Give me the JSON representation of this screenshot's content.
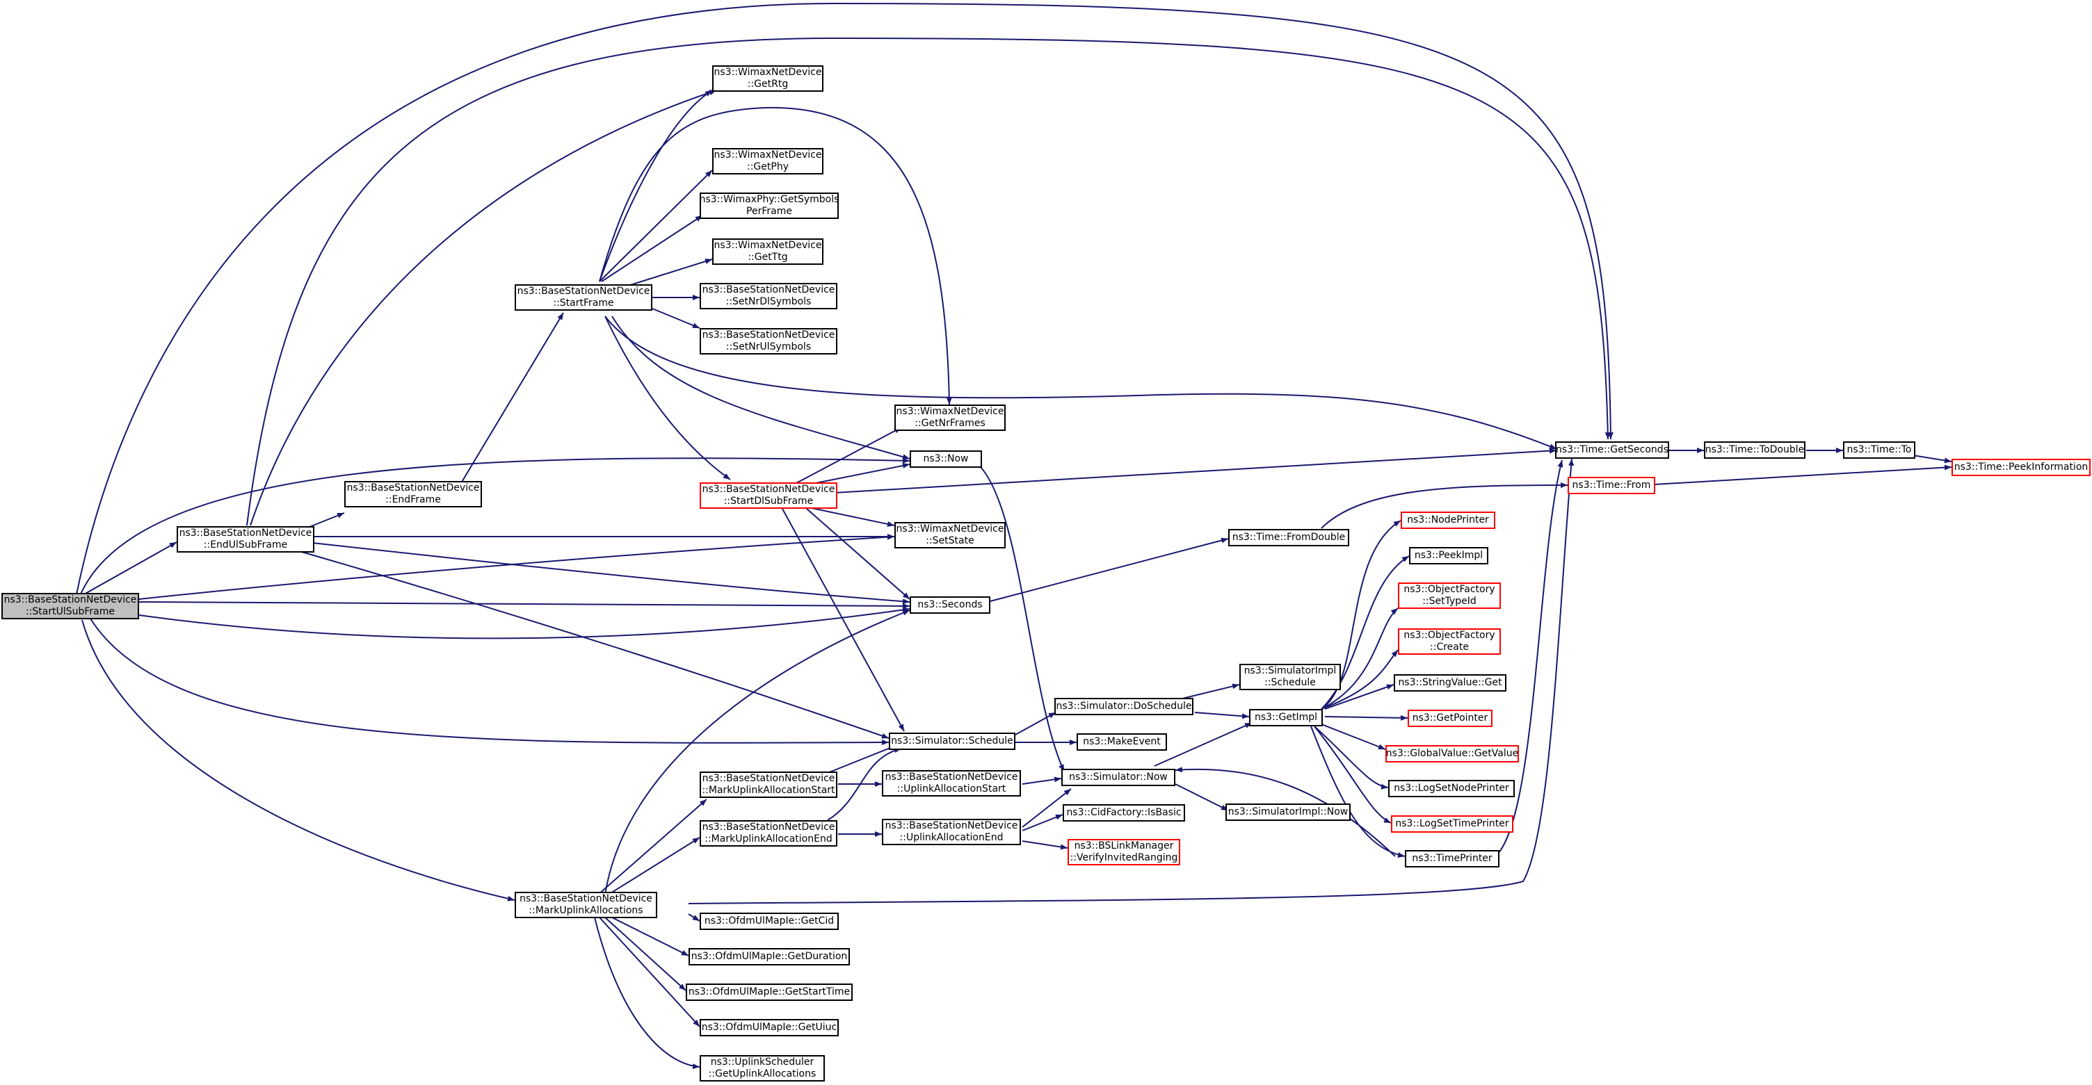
{
  "nodes": {
    "StartUlSubFrame": {
      "l1": "ns3::BaseStationNetDevice",
      "l2": "::StartUlSubFrame"
    },
    "EndUlSubFrame": {
      "l1": "ns3::BaseStationNetDevice",
      "l2": "::EndUlSubFrame"
    },
    "EndFrame": {
      "l1": "ns3::BaseStationNetDevice",
      "l2": "::EndFrame"
    },
    "StartFrame": {
      "l1": "ns3::BaseStationNetDevice",
      "l2": "::StartFrame"
    },
    "MarkUplinkAllocations": {
      "l1": "ns3::BaseStationNetDevice",
      "l2": "::MarkUplinkAllocations"
    },
    "GetRtg": {
      "l1": "ns3::WimaxNetDevice",
      "l2": "::GetRtg"
    },
    "GetPhy": {
      "l1": "ns3::WimaxNetDevice",
      "l2": "::GetPhy"
    },
    "GetSymbolsPerFrame": {
      "l1": "ns3::WimaxPhy::GetSymbols",
      "l2": "PerFrame"
    },
    "GetTtg": {
      "l1": "ns3::WimaxNetDevice",
      "l2": "::GetTtg"
    },
    "SetNrDlSymbols": {
      "l1": "ns3::BaseStationNetDevice",
      "l2": "::SetNrDlSymbols"
    },
    "SetNrUlSymbols": {
      "l1": "ns3::BaseStationNetDevice",
      "l2": "::SetNrUlSymbols"
    },
    "GetNrFrames": {
      "l1": "ns3::WimaxNetDevice",
      "l2": "::GetNrFrames"
    },
    "Now": {
      "l1": "ns3::Now"
    },
    "StartDlSubFrame": {
      "l1": "ns3::BaseStationNetDevice",
      "l2": "::StartDlSubFrame"
    },
    "SetState": {
      "l1": "ns3::WimaxNetDevice",
      "l2": "::SetState"
    },
    "Seconds": {
      "l1": "ns3::Seconds"
    },
    "SimSchedule": {
      "l1": "ns3::Simulator::Schedule"
    },
    "MarkUplinkAllocationStart": {
      "l1": "ns3::BaseStationNetDevice",
      "l2": "::MarkUplinkAllocationStart"
    },
    "MarkUplinkAllocationEnd": {
      "l1": "ns3::BaseStationNetDevice",
      "l2": "::MarkUplinkAllocationEnd"
    },
    "GetCid": {
      "l1": "ns3::OfdmUlMapIe::GetCid"
    },
    "GetDuration": {
      "l1": "ns3::OfdmUlMapIe::GetDuration"
    },
    "GetStartTime": {
      "l1": "ns3::OfdmUlMapIe::GetStartTime"
    },
    "GetUiuc": {
      "l1": "ns3::OfdmUlMapIe::GetUiuc"
    },
    "GetUplinkAllocations": {
      "l1": "ns3::UplinkScheduler",
      "l2": "::GetUplinkAllocations"
    },
    "DoSchedule": {
      "l1": "ns3::Simulator::DoSchedule"
    },
    "MakeEvent": {
      "l1": "ns3::MakeEvent"
    },
    "UplinkAllocationStart": {
      "l1": "ns3::BaseStationNetDevice",
      "l2": "::UplinkAllocationStart"
    },
    "UplinkAllocationEnd": {
      "l1": "ns3::BaseStationNetDevice",
      "l2": "::UplinkAllocationEnd"
    },
    "SimNow": {
      "l1": "ns3::Simulator::Now"
    },
    "ImplSchedule": {
      "l1": "ns3::SimulatorImpl",
      "l2": "::Schedule"
    },
    "GetImpl": {
      "l1": "ns3::GetImpl"
    },
    "ImplNow": {
      "l1": "ns3::SimulatorImpl::Now"
    },
    "IsBasic": {
      "l1": "ns3::CidFactory::IsBasic"
    },
    "VerifyInvitedRanging": {
      "l1": "ns3::BSLinkManager",
      "l2": "::VerifyInvitedRanging"
    },
    "FromDouble": {
      "l1": "ns3::Time::FromDouble"
    },
    "GetSeconds": {
      "l1": "ns3::Time::GetSeconds"
    },
    "From": {
      "l1": "ns3::Time::From"
    },
    "ToDouble": {
      "l1": "ns3::Time::ToDouble"
    },
    "To": {
      "l1": "ns3::Time::To"
    },
    "PeekInformation": {
      "l1": "ns3::Time::PeekInformation"
    },
    "NodePrinter": {
      "l1": "ns3::NodePrinter"
    },
    "PeekImpl": {
      "l1": "ns3::PeekImpl"
    },
    "SetTypeId": {
      "l1": "ns3::ObjectFactory",
      "l2": "::SetTypeId"
    },
    "Create": {
      "l1": "ns3::ObjectFactory",
      "l2": "::Create"
    },
    "StringValueGet": {
      "l1": "ns3::StringValue::Get"
    },
    "GetPointer": {
      "l1": "ns3::GetPointer"
    },
    "GlobalValueGetValue": {
      "l1": "ns3::GlobalValue::GetValue"
    },
    "LogSetNodePrinter": {
      "l1": "ns3::LogSetNodePrinter"
    },
    "LogSetTimePrinter": {
      "l1": "ns3::LogSetTimePrinter"
    },
    "TimePrinter": {
      "l1": "ns3::TimePrinter"
    }
  },
  "colors": {
    "edge": "#191970",
    "border": "#000000",
    "truncated_border": "#ff0000",
    "root_fill": "#bfbfbf"
  }
}
